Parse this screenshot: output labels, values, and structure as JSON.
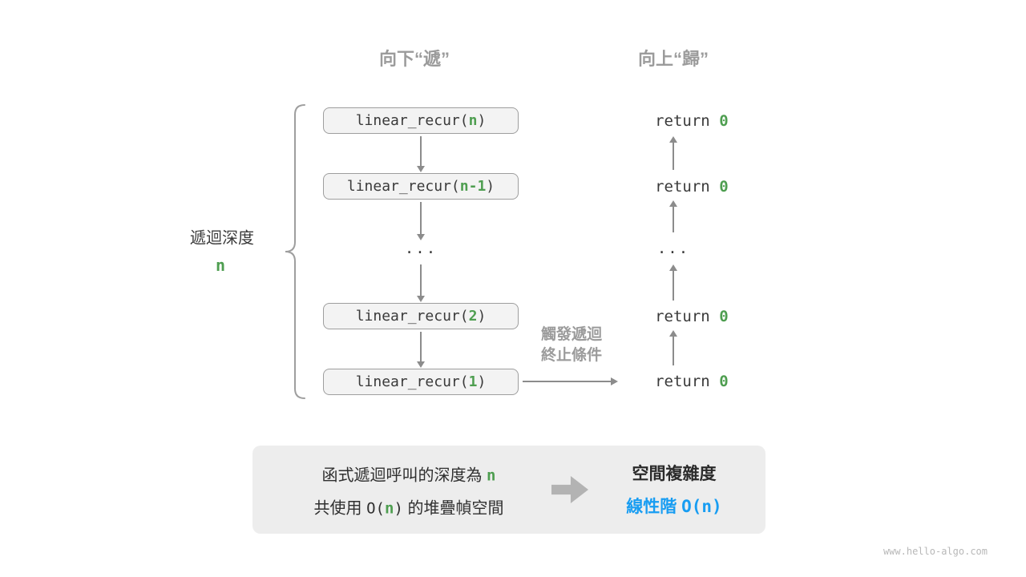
{
  "headers": {
    "down_label": "向下“遞”",
    "up_label": "向上“歸”"
  },
  "depth_brace": {
    "label": "遞迴深度",
    "value": "n"
  },
  "calls": [
    {
      "pre": "linear_recur(",
      "arg": "n",
      "post": ")"
    },
    {
      "pre": "linear_recur(",
      "arg": "n-1",
      "post": ")"
    },
    {
      "pre": "linear_recur(",
      "arg": "2",
      "post": ")"
    },
    {
      "pre": "linear_recur(",
      "arg": "1",
      "post": ")"
    }
  ],
  "call_ellipsis": "...",
  "returns": [
    {
      "pre": "return ",
      "val": "0"
    },
    {
      "pre": "return ",
      "val": "0"
    },
    {
      "pre": "return ",
      "val": "0"
    },
    {
      "pre": "return ",
      "val": "0"
    }
  ],
  "return_ellipsis": "...",
  "terminate": {
    "line1": "觸發遞迴",
    "line2": "終止條件"
  },
  "summary": {
    "line1": {
      "pre": "函式遞迴呼叫的深度為 ",
      "n": "n"
    },
    "line2": {
      "pre": "共使用 ",
      "o_open": "O(",
      "n": "n",
      "o_close": ")",
      "post": " 的堆疊幀空間"
    },
    "right_title": "空間複雜度",
    "right_pre": "線性階 ",
    "right_complexity": "O(n)"
  },
  "watermark": "www.hello-algo.com",
  "colors": {
    "green": "#4e9e50",
    "blue": "#189df2",
    "gray_label": "#9b9b9b",
    "arrow": "#8c8c8c",
    "box_bg": "#f3f3f3",
    "panel_bg": "#ededed"
  }
}
